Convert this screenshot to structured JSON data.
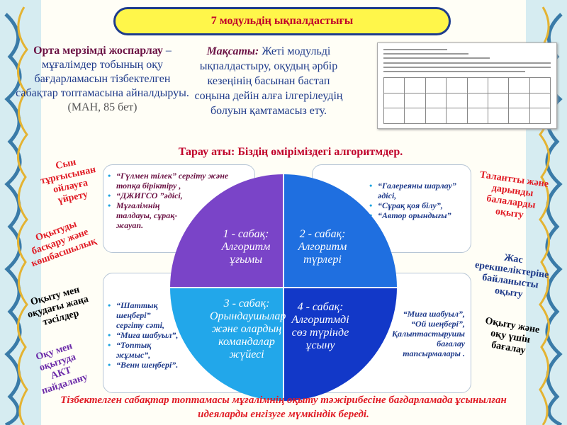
{
  "title": "7 модульдің ықпалдастығы",
  "definition": {
    "term": "Орта мерзімді жоспарлау",
    "text": " – мұғалімдер тобының оқу бағдарламасын тізбектелген сабақтар топтамасына айналдыруы.",
    "source": "(МАН, 85 бет)"
  },
  "goal": {
    "label": "Мақсаты:",
    "text": " Жеті модульді ықпалдастыру, оқудың әрбір кезеңінің басынан бастап соңына дейін алға ілгерілеудің болуын қамтамасыз ету."
  },
  "topic": "Тарау аты: Біздің өміріміздегі алгоритмдер.",
  "cards": {
    "top_left": [
      "“Гүлмен тілек” сергіту және топқа біріктіру ,",
      "“ДЖИГСО ”әдісі,",
      "Мұғалімнің талдауы, сұрақ-жауап."
    ],
    "top_right": [
      "“Галереяны шарлау” әдісі,",
      "“Сұрақ қоя білу”,",
      "“Автор орындығы”"
    ],
    "bottom_left": [
      "“Шаттық шеңбері” сергіту сәті,",
      "“Миға шабуыл”,",
      "“Топтық жұмыс”,",
      "“Венн шеңбері”."
    ],
    "bottom_right": [
      "“Миға шабуыл”,",
      "“Ой шеңбері”,",
      "Қалыптастырушы бағалау тапсырмалары ."
    ]
  },
  "lessons": [
    {
      "title": "1 - сабақ:",
      "subtitle": "Алгоритм ұғымы",
      "color": "#7a44c8"
    },
    {
      "title": "2 - сабақ:",
      "subtitle": "Алгоритм түрлері",
      "color": "#1f6fe0"
    },
    {
      "title": "3 - сабақ:",
      "subtitle": "Орындаушылар және олардың командалар жүйесі",
      "color": "#22a7ea"
    },
    {
      "title": "4 - сабақ:",
      "subtitle": "Алгоритмді сөз түрінде ұсыну",
      "color": "#1238c8"
    }
  ],
  "side_labels": {
    "critical": "Сын тұрғысынан ойлауға үйрету",
    "leadership": "Оқытуды басқару және көшбасшылық",
    "new_approaches": "Оқыту мен оқудағы жаңа тәсілдер",
    "ict": "Оқу мен оқытуда АКТ пайдалану",
    "talented": "Талантты және дарынды балаларды оқыту",
    "age": "Жас ерекшеліктеріне байланысты оқыту",
    "assessment": "Оқыту және оқу үшін бағалау"
  },
  "bottom_text": "Тізбектелген сабақтар топтамасы мұғалімнің оқыту тәжірибесіне бағдарламада ұсынылған идеяларды енгізуге мүмкіндік береді."
}
